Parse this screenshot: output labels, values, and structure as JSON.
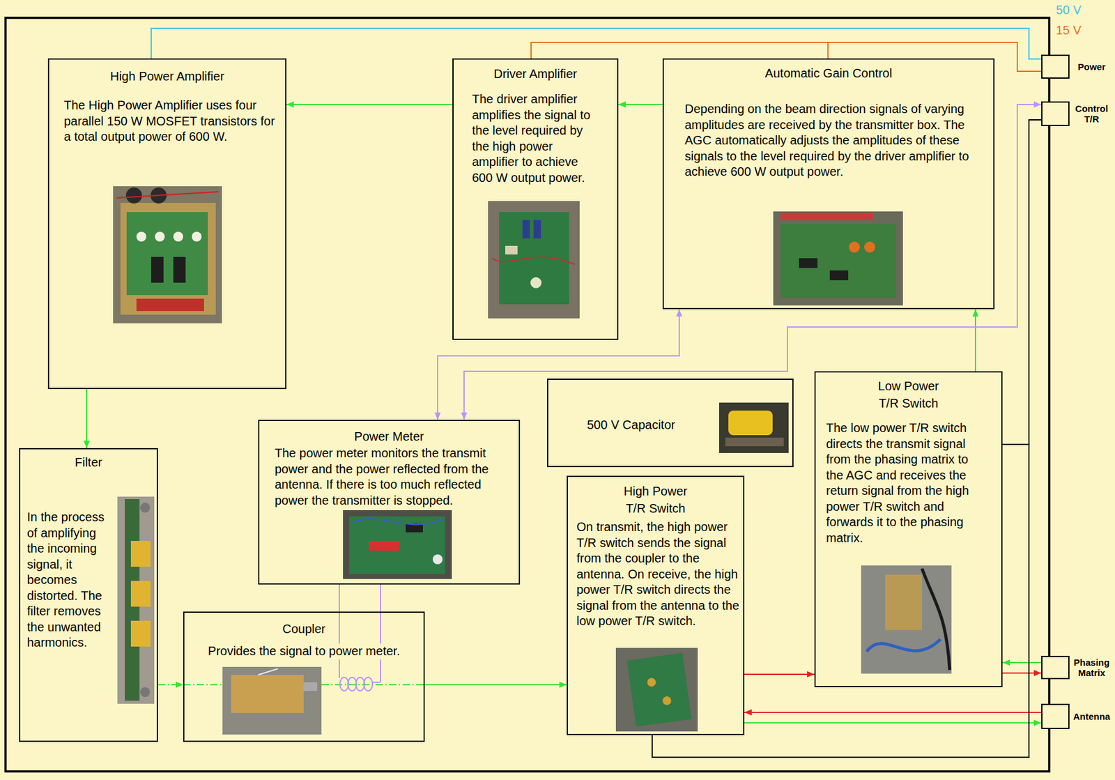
{
  "diagram": {
    "nodes": [
      {
        "text": [
          "High Power Amplifier",
          "The High Power Amplifier uses four parallel 150 W MOSFET transistors for a total output power of 600 W."
        ]
      },
      {
        "text": [
          "Driver Amplifier",
          "The driver amplifier amplifies the signal to the level required by the high power amplifier to achieve 600 W output power."
        ]
      },
      {
        "text": [
          "Automatic Gain Control",
          "Depending on the beam direction signals of varying amplitudes are received by the transmitter box. The AGC automatically adjusts the amplitudes of these signals to the level required by the driver amplifier to achieve 600 W output power."
        ]
      },
      {
        "text": [
          "Power Meter",
          "The power meter monitors the transmit power and the power reflected from the antenna. If there is too much reflected power the transmitter is stopped."
        ]
      },
      {
        "text": [
          "500 V Capacitor"
        ]
      },
      {
        "text": [
          "Low Power T/R Switch",
          "The low power T/R switch directs the transmit signal from the phasing matrix to the AGC and receives the return signal from the high power T/R switch and forwards it to the phasing matrix."
        ]
      },
      {
        "text": [
          "Filter",
          "In the process of amplifying the incoming signal, it becomes distorted. The filter removes the unwanted harmonics."
        ]
      },
      {
        "text": [
          "Coupler",
          "Provides the signal to power meter."
        ]
      },
      {
        "text": [
          "High Power T/R Switch",
          "On transmit, the high power T/R switch sends the signal from the coupler to the antenna. On receive, the high power T/R switch directs the signal from the antenna to the low power T/R switch."
        ]
      },
      {
        "text": [
          "Power"
        ]
      },
      {
        "text": [
          "Control T/R"
        ]
      },
      {
        "text": [
          "Phasing Matrix"
        ]
      },
      {
        "text": [
          "Antenna"
        ]
      }
    ],
    "edges": [
      {
        "from": 2,
        "to": 1,
        "arrow": "to"
      },
      {
        "from": 1,
        "to": 0,
        "arrow": "to"
      },
      {
        "from": 0,
        "to": 6,
        "arrow": "to"
      },
      {
        "from": 6,
        "to": 7,
        "arrow": "to"
      },
      {
        "from": 7,
        "to": 8,
        "arrow": "to"
      },
      {
        "from": 8,
        "to": 5,
        "arrow": "to"
      },
      {
        "from": 5,
        "to": 2,
        "arrow": "to"
      },
      {
        "from": 11,
        "to": 5,
        "arrow": "to"
      },
      {
        "from": 5,
        "to": 11,
        "arrow": "to"
      },
      {
        "from": 12,
        "to": 8,
        "arrow": "to"
      },
      {
        "from": 8,
        "to": 12,
        "arrow": "to"
      },
      {
        "from": 9,
        "to": 0,
        "arrow": "none"
      },
      {
        "from": 9,
        "to": 1,
        "arrow": "none"
      },
      {
        "from": 9,
        "to": 2,
        "arrow": "none"
      },
      {
        "from": 10,
        "to": 3,
        "arrow": "both"
      },
      {
        "from": 2,
        "to": 3,
        "arrow": "both"
      },
      {
        "from": 7,
        "to": 3,
        "arrow": "none"
      },
      {
        "from": 10,
        "to": 5,
        "arrow": "none"
      },
      {
        "from": 10,
        "to": 8,
        "arrow": "none"
      }
    ],
    "labels": [
      "50 V",
      "15 V"
    ]
  }
}
